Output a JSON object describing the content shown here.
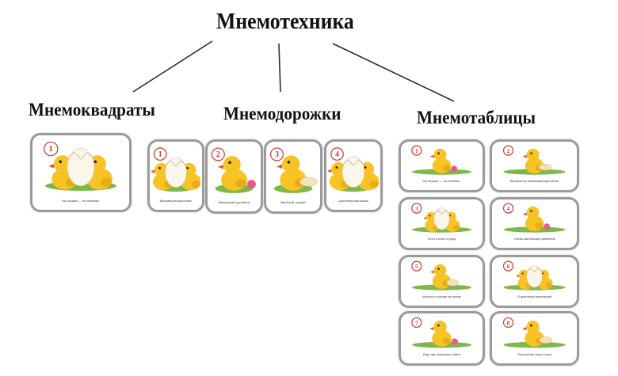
{
  "diagram": {
    "root": "Мнемотехника",
    "categories": [
      "Мнемоквадраты",
      "Мнемодорожки",
      "Мнемотаблицы"
    ],
    "palette": {
      "connector": "#2d2d2d",
      "card_border": "#9b9b9b",
      "chick": "#f7c325",
      "chick_shade": "#e39a14",
      "beak": "#e8501f",
      "egg": "#fbf6ea",
      "grass": "#7fb84a",
      "number": "#c83a2a"
    },
    "cards": {
      "squares": [
        {
          "number": "1",
          "caption": "На опушке — на полянке,"
        }
      ],
      "tracks": [
        {
          "number": "1",
          "caption": "Вылупился цыпленок"
        },
        {
          "number": "2",
          "caption": "Маленький цыплёнок"
        },
        {
          "number": "3",
          "caption": "Весёлый, рыжий"
        },
        {
          "number": "4",
          "caption": "Цыплёнок-малышка"
        }
      ],
      "tables": [
        {
          "number": "1",
          "caption": "На опушке — на полянке,"
        },
        {
          "number": "2",
          "caption": "Вылупился маленький цыплёнок"
        },
        {
          "number": "3",
          "caption": "Есть и пить он рад"
        },
        {
          "number": "4",
          "caption": "Очень маленький цыплёнок"
        },
        {
          "number": "5",
          "caption": "Мостик и солнце за рекою"
        },
        {
          "number": "6",
          "caption": "Я цыплёнок маленький"
        },
        {
          "number": "7",
          "caption": "Ищу, где зёрнышко найти"
        },
        {
          "number": "8",
          "caption": "Перелетаю через лужу"
        }
      ]
    }
  }
}
